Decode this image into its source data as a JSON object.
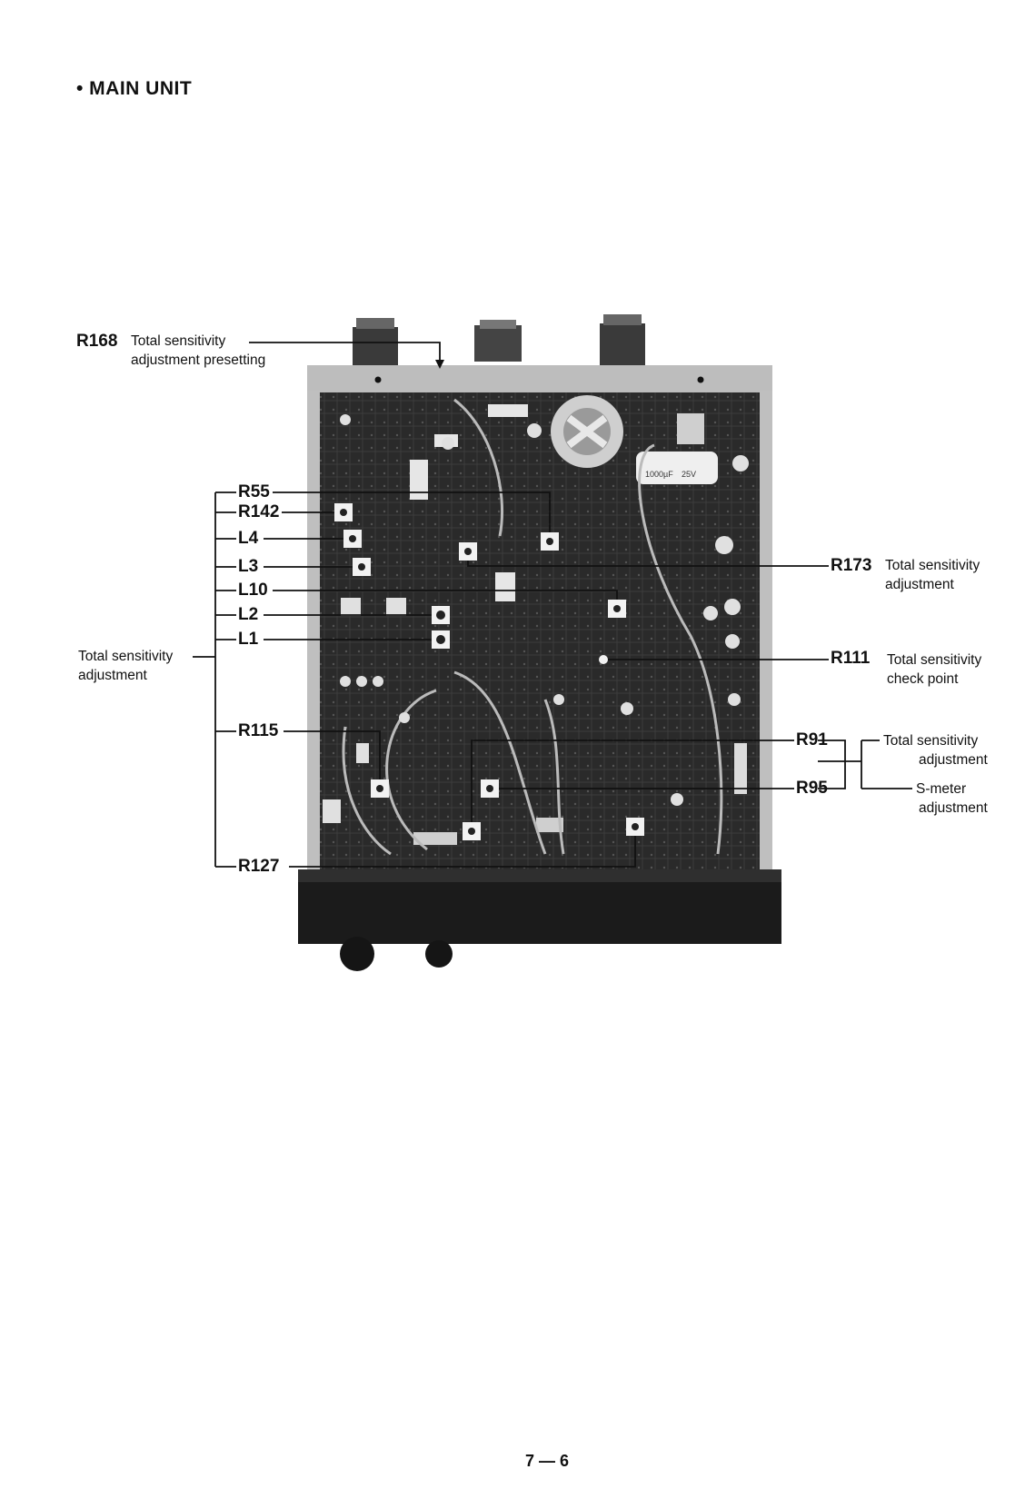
{
  "page": {
    "title": "• MAIN UNIT",
    "page_number": "7 — 6"
  },
  "callouts": {
    "r168": {
      "ref": "R168",
      "desc_line1": "Total sensitivity",
      "desc_line2": "adjustment presetting"
    },
    "left_group": {
      "desc_line1": "Total sensitivity",
      "desc_line2": "adjustment",
      "refs": [
        "R55",
        "R142",
        "L4",
        "L3",
        "L10",
        "L2",
        "L1",
        "R115",
        "R127"
      ]
    },
    "r173": {
      "ref": "R173",
      "desc_line1": "Total sensitivity",
      "desc_line2": "adjustment"
    },
    "r111": {
      "ref": "R111",
      "desc_line1": "Total sensitivity",
      "desc_line2": "check point"
    },
    "r91": {
      "ref": "R91",
      "desc_line1": "Total sensitivity",
      "desc_line2": "adjustment"
    },
    "r95": {
      "ref": "R95",
      "desc_line1": "S-meter",
      "desc_line2": "adjustment"
    }
  },
  "board_print": {
    "capacitor_label_1": "1000µF",
    "capacitor_label_2": "25V"
  }
}
